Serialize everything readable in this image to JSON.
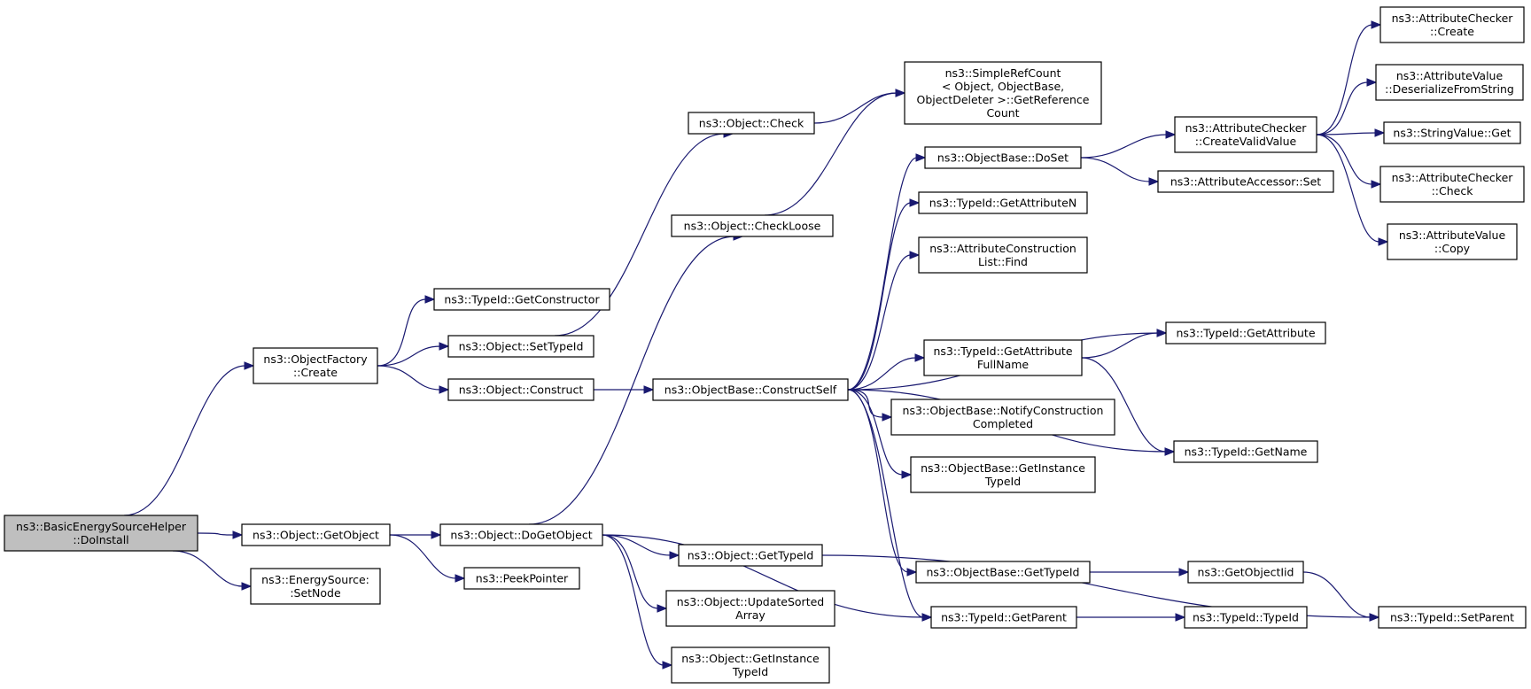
{
  "nodes": {
    "root": [
      "ns3::BasicEnergySourceHelper",
      "::DoInstall"
    ],
    "objfac_create": [
      "ns3::ObjectFactory",
      "::Create"
    ],
    "getobject": [
      "ns3::Object::GetObject"
    ],
    "es_setnode": [
      "ns3::EnergySource:",
      ":SetNode"
    ],
    "typeid_getctor": [
      "ns3::TypeId::GetConstructor"
    ],
    "obj_settypeid": [
      "ns3::Object::SetTypeId"
    ],
    "obj_construct": [
      "ns3::Object::Construct"
    ],
    "dogetobject": [
      "ns3::Object::DoGetObject"
    ],
    "peekpointer": [
      "ns3::PeekPointer"
    ],
    "obj_check": [
      "ns3::Object::Check"
    ],
    "obj_checkloose": [
      "ns3::Object::CheckLoose"
    ],
    "ob_constructself": [
      "ns3::ObjectBase::ConstructSelf"
    ],
    "obj_gettypeid": [
      "ns3::Object::GetTypeId"
    ],
    "obj_updsorted": [
      "ns3::Object::UpdateSorted",
      "Array"
    ],
    "obj_getinsttid": [
      "ns3::Object::GetInstance",
      "TypeId"
    ],
    "refcount": [
      "ns3::SimpleRefCount",
      "< Object, ObjectBase,",
      "ObjectDeleter >::GetReference",
      "Count"
    ],
    "ob_doset": [
      "ns3::ObjectBase::DoSet"
    ],
    "tid_getattrn": [
      "ns3::TypeId::GetAttributeN"
    ],
    "acl_find": [
      "ns3::AttributeConstruction",
      "List::Find"
    ],
    "tid_getattrfull": [
      "ns3::TypeId::GetAttribute",
      "FullName"
    ],
    "ob_notify": [
      "ns3::ObjectBase::NotifyConstruction",
      "Completed"
    ],
    "ob_getinsttid": [
      "ns3::ObjectBase::GetInstance",
      "TypeId"
    ],
    "ob_gettypeid": [
      "ns3::ObjectBase::GetTypeId"
    ],
    "tid_getparent": [
      "ns3::TypeId::GetParent"
    ],
    "ac_createvalid": [
      "ns3::AttributeChecker",
      "::CreateValidValue"
    ],
    "aa_set": [
      "ns3::AttributeAccessor::Set"
    ],
    "tid_getattr": [
      "ns3::TypeId::GetAttribute"
    ],
    "tid_getname": [
      "ns3::TypeId::GetName"
    ],
    "getobjectiid": [
      "ns3::GetObjectIid"
    ],
    "tid_typeid": [
      "ns3::TypeId::TypeId"
    ],
    "ac_create": [
      "ns3::AttributeChecker",
      "::Create"
    ],
    "av_deser": [
      "ns3::AttributeValue",
      "::DeserializeFromString"
    ],
    "sv_get": [
      "ns3::StringValue::Get"
    ],
    "ac_check": [
      "ns3::AttributeChecker",
      "::Check"
    ],
    "av_copy": [
      "ns3::AttributeValue",
      "::Copy"
    ],
    "tid_setparent": [
      "ns3::TypeId::SetParent"
    ]
  },
  "edges": [
    [
      "root",
      "objfac_create"
    ],
    [
      "root",
      "getobject"
    ],
    [
      "root",
      "es_setnode"
    ],
    [
      "objfac_create",
      "typeid_getctor"
    ],
    [
      "objfac_create",
      "obj_settypeid"
    ],
    [
      "objfac_create",
      "obj_construct"
    ],
    [
      "getobject",
      "dogetobject"
    ],
    [
      "getobject",
      "peekpointer"
    ],
    [
      "obj_settypeid",
      "obj_check"
    ],
    [
      "obj_construct",
      "ob_constructself"
    ],
    [
      "dogetobject",
      "obj_checkloose"
    ],
    [
      "dogetobject",
      "obj_gettypeid"
    ],
    [
      "dogetobject",
      "obj_updsorted"
    ],
    [
      "dogetobject",
      "obj_getinsttid"
    ],
    [
      "dogetobject",
      "tid_getparent"
    ],
    [
      "obj_check",
      "refcount"
    ],
    [
      "obj_checkloose",
      "refcount"
    ],
    [
      "ob_constructself",
      "ob_doset"
    ],
    [
      "ob_constructself",
      "tid_getattrn"
    ],
    [
      "ob_constructself",
      "acl_find"
    ],
    [
      "ob_constructself",
      "tid_getattr"
    ],
    [
      "ob_constructself",
      "tid_getattrfull"
    ],
    [
      "ob_constructself",
      "ob_notify"
    ],
    [
      "ob_constructself",
      "ob_getinsttid"
    ],
    [
      "ob_constructself",
      "tid_getname"
    ],
    [
      "ob_constructself",
      "ob_gettypeid"
    ],
    [
      "ob_constructself",
      "tid_getparent"
    ],
    [
      "obj_gettypeid",
      "tid_setparent"
    ],
    [
      "ob_doset",
      "ac_createvalid"
    ],
    [
      "ob_doset",
      "aa_set"
    ],
    [
      "tid_getattrfull",
      "tid_getattr"
    ],
    [
      "tid_getattrfull",
      "tid_getname"
    ],
    [
      "ob_gettypeid",
      "getobjectiid"
    ],
    [
      "tid_getparent",
      "tid_typeid"
    ],
    [
      "getobjectiid",
      "tid_setparent"
    ],
    [
      "ac_createvalid",
      "ac_create"
    ],
    [
      "ac_createvalid",
      "av_deser"
    ],
    [
      "ac_createvalid",
      "sv_get"
    ],
    [
      "ac_createvalid",
      "ac_check"
    ],
    [
      "ac_createvalid",
      "av_copy"
    ]
  ]
}
